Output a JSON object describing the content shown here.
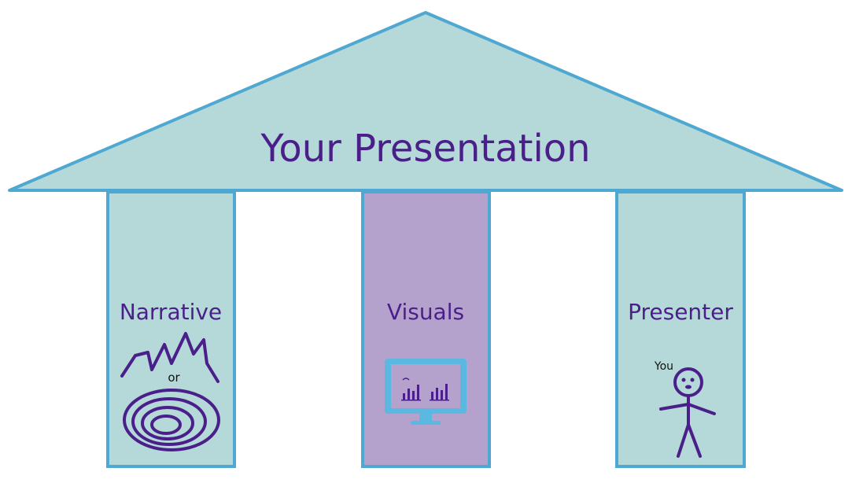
{
  "title": "Your Presentation",
  "pillars": [
    {
      "label": "Narrative",
      "fill": "#b5d8d8"
    },
    {
      "label": "Visuals",
      "fill": "#b4a2cd"
    },
    {
      "label": "Presenter",
      "fill": "#b5d8d8"
    }
  ],
  "narrative_connector": "or",
  "presenter_caption": "You",
  "colors": {
    "roof_fill": "#b5d8d8",
    "outline": "#4fa8d1",
    "text": "#4b1f8a",
    "icon": "#4b1f8a",
    "monitor": "#5bb8e0"
  }
}
